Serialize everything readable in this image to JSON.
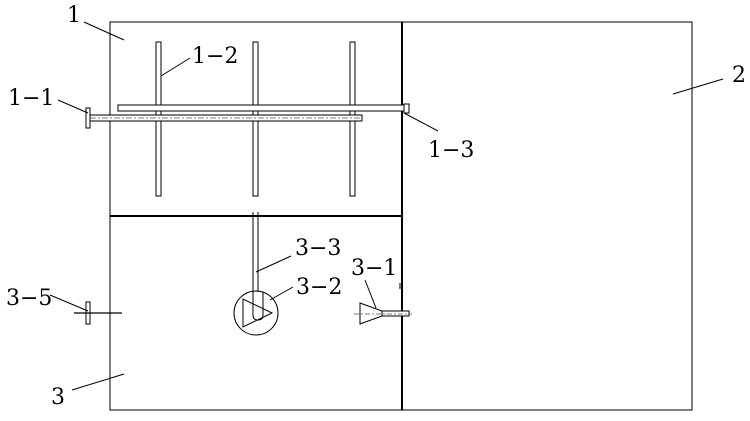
{
  "labels": {
    "l1": "1",
    "l1_1": "1−1",
    "l1_2": "1−2",
    "l1_3": "1−3",
    "l2": "2",
    "l3": "3",
    "l3_1": "3−1",
    "l3_2": "3−2",
    "l3_3": "3−3",
    "l3_5": "3−5"
  },
  "colors": {
    "line": "#000000",
    "background": "#ffffff"
  }
}
